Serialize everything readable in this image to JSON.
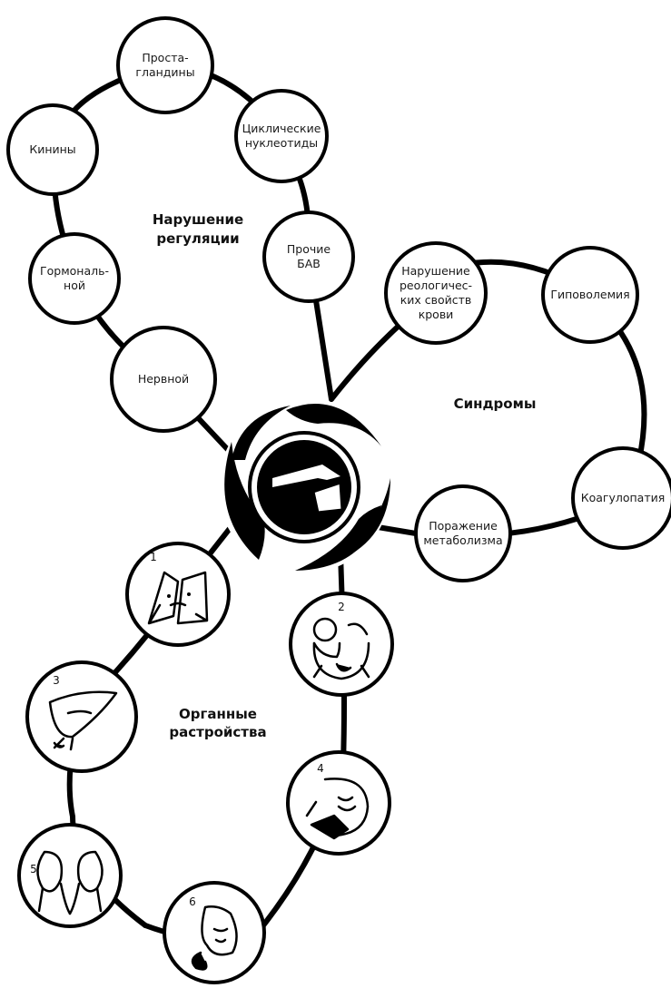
{
  "regulation": {
    "title_lines": [
      "Нарушение",
      "регуляции"
    ],
    "nodes": [
      {
        "id": "prostaglandins",
        "lines": [
          "Проста-",
          "гландины"
        ]
      },
      {
        "id": "cyclic-nucleotides",
        "lines": [
          "Циклические",
          "нуклеотиды"
        ]
      },
      {
        "id": "kinins",
        "lines": [
          "Кинины"
        ]
      },
      {
        "id": "hormonal",
        "lines": [
          "Гормональ-",
          "ной"
        ]
      },
      {
        "id": "other-bav",
        "lines": [
          "Прочие",
          "БАВ"
        ]
      },
      {
        "id": "nervous",
        "lines": [
          "Нервной"
        ]
      }
    ]
  },
  "syndromes": {
    "title": "Синдромы",
    "nodes": [
      {
        "id": "rheology",
        "lines": [
          "Нарушение",
          "реологичес-",
          "ких свойств",
          "крови"
        ]
      },
      {
        "id": "hypovolemia",
        "lines": [
          "Гиповолемия"
        ]
      },
      {
        "id": "coagulopathy",
        "lines": [
          "Коагулопатия"
        ]
      },
      {
        "id": "metabolism",
        "lines": [
          "Поражение",
          "метаболизма"
        ]
      }
    ]
  },
  "organs": {
    "title_lines": [
      "Органные",
      "растройства"
    ],
    "nodes": [
      {
        "id": "organ-1",
        "number": "1",
        "icon": "lungs-icon"
      },
      {
        "id": "organ-2",
        "number": "2",
        "icon": "heart-icon"
      },
      {
        "id": "organ-3",
        "number": "3",
        "icon": "liver-icon"
      },
      {
        "id": "organ-4",
        "number": "4",
        "icon": "brain-icon"
      },
      {
        "id": "organ-5",
        "number": "5",
        "icon": "kidneys-icon"
      },
      {
        "id": "organ-6",
        "number": "6",
        "icon": "stomach-icon"
      }
    ]
  },
  "center": {
    "icon": "shock-swirl-icon"
  }
}
